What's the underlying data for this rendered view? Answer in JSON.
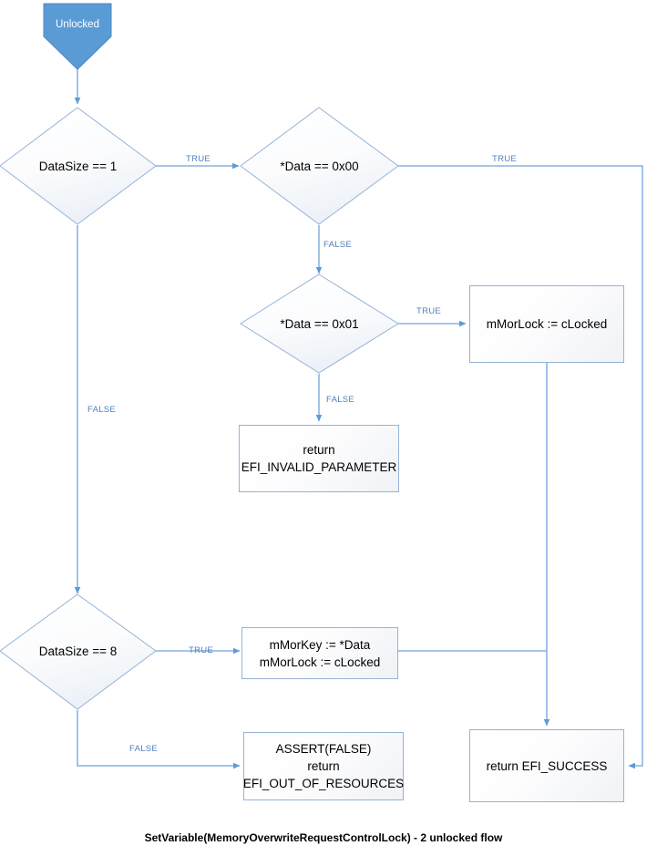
{
  "diagram": {
    "caption": "SetVariable(MemoryOverwriteRequestControlLock) - 2 unlocked flow",
    "colors": {
      "start_fill": "#5B9BD5",
      "start_stroke": "#41719C",
      "node_stroke": "#95B3D7",
      "node_fill": "#F7F9FC",
      "connector": "#4E81BD",
      "label_text": "#4E81BD",
      "node_text": "#000000",
      "start_text": "#FFFFFF",
      "caption_text": "#000000",
      "background": "#FFFFFF"
    },
    "nodes": {
      "start": {
        "label": "Unlocked",
        "shape": "pentagon-down"
      },
      "decision_datasize_1": {
        "label": "DataSize == 1",
        "shape": "diamond"
      },
      "decision_data_0x00": {
        "label": "*Data == 0x00",
        "shape": "diamond"
      },
      "decision_data_0x01": {
        "label": "*Data == 0x01",
        "shape": "diamond"
      },
      "decision_datasize_8": {
        "label": "DataSize == 8",
        "shape": "diamond"
      },
      "process_mmorlock_clocked": {
        "label": "mMorLock := cLocked",
        "shape": "rect"
      },
      "process_mmorkey_assign": {
        "label": "mMorKey := *Data\nmMorLock := cLocked",
        "shape": "rect"
      },
      "return_invalid_parameter": {
        "label": "return\nEFI_INVALID_PARAMETER",
        "shape": "rect"
      },
      "return_out_of_resources": {
        "label": "ASSERT(FALSE)\nreturn\nEFI_OUT_OF_RESOURCES",
        "shape": "rect"
      },
      "return_success": {
        "label": "return EFI_SUCCESS",
        "shape": "rect"
      }
    },
    "edge_labels": {
      "datasize1_true": "TRUE",
      "datasize1_false": "FALSE",
      "data0x00_true": "TRUE",
      "data0x00_false": "FALSE",
      "data0x01_true": "TRUE",
      "data0x01_false": "FALSE",
      "datasize8_true": "TRUE",
      "datasize8_false": "FALSE"
    }
  }
}
